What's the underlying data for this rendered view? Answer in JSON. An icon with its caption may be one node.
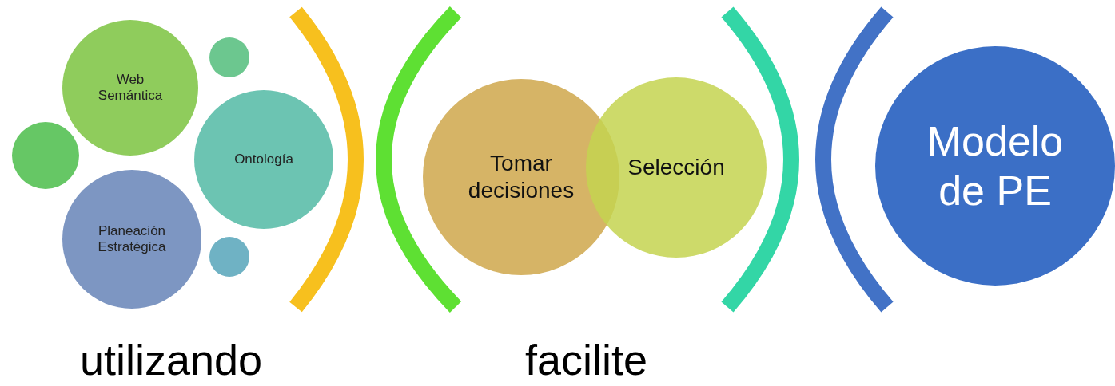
{
  "diagram": {
    "nodes": [
      {
        "text": [
          "Web Semántica"
        ]
      },
      {
        "text": [],
        "shape": "circle"
      },
      {
        "text": [],
        "shape": "circle"
      },
      {
        "text": [
          "Ontología"
        ]
      },
      {
        "text": [
          "Planeación Estratégica"
        ]
      },
      {
        "text": [],
        "shape": "circle"
      },
      {
        "text": [
          "Tomar decisiones"
        ]
      },
      {
        "text": [
          "Selección"
        ]
      },
      {
        "text": [
          "Modelo de PE"
        ]
      }
    ],
    "edges": [],
    "labels": [
      "utilizando",
      "facilite"
    ]
  }
}
